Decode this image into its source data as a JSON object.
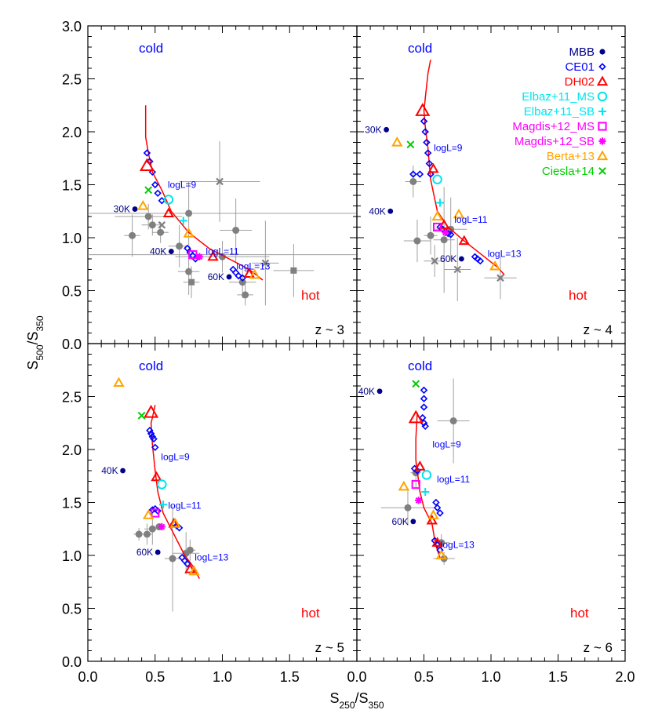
{
  "figure": {
    "xlabel": {
      "main": "S",
      "sub1": "250",
      "sep": "/S",
      "sub2": "350"
    },
    "ylabel": {
      "main": "S",
      "sub1": "500",
      "sep": "/S",
      "sub2": "350"
    },
    "xlim": [
      0,
      2
    ],
    "ylim": [
      0,
      3
    ],
    "x_ticks_left": [
      "0.0",
      "0.5",
      "1.0",
      "1.5"
    ],
    "x_ticks_right": [
      "0.0",
      "0.5",
      "1.0",
      "1.5",
      "2.0"
    ],
    "y_ticks_top": [
      "0.0",
      "0.5",
      "1.0",
      "1.5",
      "2.0",
      "2.5",
      "3.0"
    ],
    "y_ticks_bottom": [
      "0.0",
      "0.5",
      "1.0",
      "1.5",
      "2.0",
      "2.5"
    ],
    "colors": {
      "MBB": "#00008b",
      "CE01": "#0000ff",
      "DH02": "#ff0000",
      "Elbaz_MS": "#00e5ee",
      "Elbaz_SB": "#00e5ee",
      "Magdis_MS": "#ff00ff",
      "Magdis_SB": "#ff00ff",
      "Berta": "#ffa500",
      "Ciesla": "#00cc00",
      "gray": "#808080",
      "cold": "#0000ff",
      "hot": "#ff0000"
    }
  },
  "legend": [
    {
      "label": "MBB",
      "marker": "circle",
      "color": "#00008b"
    },
    {
      "label": "CE01",
      "marker": "diamond",
      "color": "#0000ff"
    },
    {
      "label": "DH02",
      "marker": "triangle",
      "color": "#ff0000"
    },
    {
      "label": "Elbaz+11_MS",
      "marker": "circle-open",
      "color": "#00e5ee"
    },
    {
      "label": "Elbaz+11_SB",
      "marker": "plus",
      "color": "#00e5ee"
    },
    {
      "label": "Magdis+12_MS",
      "marker": "square",
      "color": "#ff00ff"
    },
    {
      "label": "Magdis+12_SB",
      "marker": "asterisk",
      "color": "#ff00ff"
    },
    {
      "label": "Berta+13",
      "marker": "triangle",
      "color": "#ffa500"
    },
    {
      "label": "Ciesla+14",
      "marker": "cross",
      "color": "#00cc00"
    }
  ],
  "chart_data": [
    {
      "type": "scatter",
      "panel": "z3",
      "z_label": "z ~ 3",
      "cold_label": "cold",
      "hot_label": "hot",
      "dh02_curve": [
        [
          0.43,
          2.25
        ],
        [
          0.43,
          1.95
        ],
        [
          0.45,
          1.8
        ],
        [
          0.48,
          1.62
        ],
        [
          0.55,
          1.45
        ],
        [
          0.62,
          1.25
        ],
        [
          0.75,
          1.05
        ],
        [
          0.9,
          0.9
        ],
        [
          1.05,
          0.8
        ],
        [
          1.2,
          0.7
        ],
        [
          1.3,
          0.6
        ]
      ],
      "mbb": [
        {
          "x": 0.35,
          "y": 1.27,
          "label": "30K"
        },
        {
          "x": 0.62,
          "y": 0.87,
          "label": "40K"
        },
        {
          "x": 1.05,
          "y": 0.63,
          "label": "60K"
        }
      ],
      "ce01": [
        [
          0.44,
          1.8
        ],
        [
          0.46,
          1.72
        ],
        [
          0.48,
          1.62
        ],
        [
          0.5,
          1.5
        ],
        [
          0.52,
          1.42
        ],
        [
          0.55,
          1.35
        ],
        [
          0.74,
          0.9
        ],
        [
          0.76,
          0.86
        ],
        [
          0.78,
          0.83
        ],
        [
          0.8,
          0.8
        ],
        [
          1.08,
          0.7
        ],
        [
          1.1,
          0.67
        ],
        [
          1.12,
          0.64
        ],
        [
          1.15,
          0.62
        ]
      ],
      "dh02": [
        [
          0.44,
          1.68
        ],
        [
          0.6,
          1.23
        ],
        [
          0.93,
          0.82
        ],
        [
          1.2,
          0.66
        ]
      ],
      "elbaz_ms": [
        [
          0.6,
          1.36
        ]
      ],
      "elbaz_sb": [
        [
          0.71,
          1.16
        ]
      ],
      "magdis_ms": [
        [
          0.78,
          0.84
        ]
      ],
      "magdis_sb": [
        [
          0.83,
          0.82
        ]
      ],
      "berta": [
        [
          0.41,
          1.3
        ],
        [
          0.75,
          1.04
        ],
        [
          1.24,
          0.65
        ]
      ],
      "ciesla": [
        [
          0.45,
          1.45
        ]
      ],
      "log_labels": [
        {
          "text": "logL=9",
          "x": 0.7,
          "y": 1.5
        },
        {
          "text": "logL=11",
          "x": 1.0,
          "y": 0.87
        },
        {
          "text": "logL=13",
          "x": 1.23,
          "y": 0.73
        }
      ],
      "gray_points": [
        {
          "x": 0.33,
          "y": 1.02,
          "ex": 0.06,
          "ey": 0.2,
          "shape": "circle"
        },
        {
          "x": 0.45,
          "y": 1.2,
          "ex": 0.25,
          "ey": 0.12,
          "shape": "circle"
        },
        {
          "x": 0.48,
          "y": 1.12,
          "ex": 0.08,
          "ey": 0.1,
          "shape": "circle"
        },
        {
          "x": 0.54,
          "y": 1.05,
          "ex": 0.06,
          "ey": 0.1,
          "shape": "circle"
        },
        {
          "x": 0.55,
          "y": 1.12,
          "ex": 0.0,
          "ey": 0.0,
          "shape": "cross"
        },
        {
          "x": 0.68,
          "y": 0.92,
          "ex": 0.08,
          "ey": 0.2,
          "shape": "circle"
        },
        {
          "x": 0.75,
          "y": 1.23,
          "ex": 0.0,
          "ey": 0.3,
          "shape": "circle"
        },
        {
          "x": 0.75,
          "y": 0.68,
          "ex": 0.08,
          "ey": 0.22,
          "shape": "circle"
        },
        {
          "x": 0.77,
          "y": 0.58,
          "ex": 0.06,
          "ey": 0.15,
          "shape": "square"
        },
        {
          "x": 0.98,
          "y": 1.53,
          "ex": 0.3,
          "ey": 0.38,
          "shape": "cross"
        },
        {
          "x": 1.0,
          "y": 0.82,
          "ex": 0.35,
          "ey": 0.15,
          "shape": "circle"
        },
        {
          "x": 1.1,
          "y": 1.07,
          "ex": 0.12,
          "ey": 0.3,
          "shape": "circle"
        },
        {
          "x": 1.15,
          "y": 0.58,
          "ex": 0.1,
          "ey": 0.15,
          "shape": "circle"
        },
        {
          "x": 1.17,
          "y": 0.46,
          "ex": 0.06,
          "ey": 0.1,
          "shape": "circle"
        },
        {
          "x": 1.32,
          "y": 0.76,
          "ex": 0.1,
          "ey": 0.4,
          "shape": "cross"
        },
        {
          "x": 1.53,
          "y": 0.69,
          "ex": 0.15,
          "ey": 0.25,
          "shape": "square"
        }
      ],
      "gray_horizontal_bars": [
        0.84,
        1.23
      ]
    },
    {
      "type": "scatter",
      "panel": "z4",
      "z_label": "z ~ 4",
      "cold_label": "cold",
      "dh02_curve": [
        [
          0.55,
          2.68
        ],
        [
          0.53,
          2.55
        ],
        [
          0.5,
          2.2
        ],
        [
          0.51,
          2.05
        ],
        [
          0.53,
          1.85
        ],
        [
          0.55,
          1.55
        ],
        [
          0.6,
          1.25
        ],
        [
          0.68,
          1.1
        ],
        [
          0.8,
          0.97
        ],
        [
          0.95,
          0.82
        ],
        [
          1.05,
          0.72
        ],
        [
          1.1,
          0.65
        ]
      ],
      "mbb": [
        {
          "x": 0.22,
          "y": 2.02,
          "label": "30K"
        },
        {
          "x": 0.25,
          "y": 1.25,
          "label": "40K"
        },
        {
          "x": 0.78,
          "y": 0.8,
          "label": "60K"
        }
      ],
      "ce01": [
        [
          0.5,
          2.1
        ],
        [
          0.51,
          2.0
        ],
        [
          0.52,
          1.9
        ],
        [
          0.53,
          1.8
        ],
        [
          0.54,
          1.7
        ],
        [
          0.55,
          1.6
        ],
        [
          0.42,
          1.6
        ],
        [
          0.47,
          1.6
        ],
        [
          0.62,
          1.1
        ],
        [
          0.64,
          1.08
        ],
        [
          0.66,
          1.06
        ],
        [
          0.68,
          1.04
        ],
        [
          0.7,
          1.03
        ],
        [
          0.88,
          0.82
        ],
        [
          0.9,
          0.8
        ],
        [
          0.92,
          0.78
        ]
      ],
      "dh02": [
        [
          0.49,
          2.2
        ],
        [
          0.57,
          1.65
        ],
        [
          0.65,
          1.12
        ],
        [
          0.8,
          0.97
        ]
      ],
      "elbaz_ms": [
        [
          0.6,
          1.55
        ]
      ],
      "elbaz_sb": [
        [
          0.62,
          1.33
        ]
      ],
      "magdis_ms": [
        [
          0.6,
          1.1
        ]
      ],
      "magdis_sb": [
        [
          0.66,
          1.05
        ]
      ],
      "berta": [
        [
          0.3,
          1.9
        ],
        [
          0.6,
          1.2
        ],
        [
          0.76,
          1.22
        ],
        [
          1.03,
          0.73
        ]
      ],
      "ciesla": [
        [
          0.4,
          1.88
        ]
      ],
      "log_labels": [
        {
          "text": "logL=9",
          "x": 0.68,
          "y": 1.85
        },
        {
          "text": "logL=11",
          "x": 0.85,
          "y": 1.17
        },
        {
          "text": "logL=13",
          "x": 1.1,
          "y": 0.85
        }
      ],
      "gray_points": [
        {
          "x": 0.42,
          "y": 1.53,
          "ex": 0.06,
          "ey": 0.15,
          "shape": "circle"
        },
        {
          "x": 0.45,
          "y": 0.97,
          "ex": 0.1,
          "ey": 0.2,
          "shape": "circle"
        },
        {
          "x": 0.55,
          "y": 1.02,
          "ex": 0.05,
          "ey": 0.18,
          "shape": "circle"
        },
        {
          "x": 0.58,
          "y": 0.78,
          "ex": 0.08,
          "ey": 0.15,
          "shape": "cross"
        },
        {
          "x": 0.65,
          "y": 0.98,
          "ex": 0.08,
          "ey": 0.5,
          "shape": "circle"
        },
        {
          "x": 0.75,
          "y": 0.7,
          "ex": 0.1,
          "ey": 0.3,
          "shape": "cross"
        },
        {
          "x": 0.7,
          "y": 1.08,
          "ex": 0.12,
          "ey": 0.3,
          "shape": "circle"
        },
        {
          "x": 1.07,
          "y": 0.62,
          "ex": 0.12,
          "ey": 0.2,
          "shape": "cross"
        }
      ],
      "gray_horizontal_bars": []
    },
    {
      "type": "scatter",
      "panel": "z5",
      "z_label": "z ~ 5",
      "cold_label": "cold",
      "hot_label": "hot",
      "dh02_curve": [
        [
          0.5,
          2.42
        ],
        [
          0.48,
          2.3
        ],
        [
          0.47,
          2.25
        ],
        [
          0.48,
          2.05
        ],
        [
          0.5,
          1.8
        ],
        [
          0.52,
          1.6
        ],
        [
          0.56,
          1.4
        ],
        [
          0.62,
          1.25
        ],
        [
          0.68,
          1.1
        ],
        [
          0.72,
          1.0
        ],
        [
          0.78,
          0.9
        ],
        [
          0.83,
          0.78
        ]
      ],
      "mbb": [
        {
          "x": 0.26,
          "y": 1.8,
          "label": "40K"
        },
        {
          "x": 0.52,
          "y": 1.03,
          "label": "60K"
        }
      ],
      "ce01": [
        [
          0.46,
          2.18
        ],
        [
          0.47,
          2.15
        ],
        [
          0.48,
          2.12
        ],
        [
          0.49,
          2.1
        ],
        [
          0.5,
          2.02
        ],
        [
          0.48,
          1.43
        ],
        [
          0.5,
          1.44
        ],
        [
          0.52,
          1.42
        ],
        [
          0.64,
          1.3
        ],
        [
          0.66,
          1.28
        ],
        [
          0.68,
          1.26
        ],
        [
          0.7,
          0.98
        ],
        [
          0.72,
          0.95
        ],
        [
          0.74,
          0.92
        ]
      ],
      "dh02": [
        [
          0.47,
          2.35
        ],
        [
          0.51,
          1.74
        ],
        [
          0.64,
          1.3
        ],
        [
          0.76,
          0.87
        ]
      ],
      "elbaz_ms": [
        [
          0.55,
          1.67
        ]
      ],
      "elbaz_sb": [
        [
          0.56,
          1.48
        ]
      ],
      "magdis_ms": [
        [
          0.5,
          1.4
        ]
      ],
      "magdis_sb": [
        [
          0.55,
          1.27
        ]
      ],
      "berta": [
        [
          0.23,
          2.63
        ],
        [
          0.45,
          1.38
        ],
        [
          0.65,
          1.3
        ],
        [
          0.79,
          0.85
        ]
      ],
      "ciesla": [
        [
          0.4,
          2.32
        ]
      ],
      "log_labels": [
        {
          "text": "logL=9",
          "x": 0.65,
          "y": 1.93
        },
        {
          "text": "logL=11",
          "x": 0.72,
          "y": 1.47
        },
        {
          "text": "logL=13",
          "x": 0.92,
          "y": 0.98
        }
      ],
      "gray_points": [
        {
          "x": 0.38,
          "y": 1.2,
          "ex": 0.04,
          "ey": 0.06,
          "shape": "circle"
        },
        {
          "x": 0.44,
          "y": 1.2,
          "ex": 0.04,
          "ey": 0.1,
          "shape": "circle"
        },
        {
          "x": 0.48,
          "y": 1.25,
          "ex": 0.06,
          "ey": 0.15,
          "shape": "circle"
        },
        {
          "x": 0.53,
          "y": 1.27,
          "ex": 0.0,
          "ey": 0.0,
          "shape": "circle"
        },
        {
          "x": 0.63,
          "y": 0.97,
          "ex": 0.06,
          "ey": 0.5,
          "shape": "circle"
        },
        {
          "x": 0.73,
          "y": 1.02,
          "ex": 0.1,
          "ey": 0.2,
          "shape": "circle"
        },
        {
          "x": 0.76,
          "y": 1.05,
          "ex": 0.04,
          "ey": 0.1,
          "shape": "circle"
        }
      ],
      "gray_horizontal_bars": []
    },
    {
      "type": "scatter",
      "panel": "z6",
      "z_label": "z ~ 6",
      "cold_label": "cold",
      "hot_label": "hot",
      "dh02_curve": [
        [
          0.45,
          2.35
        ],
        [
          0.44,
          2.1
        ],
        [
          0.44,
          1.9
        ],
        [
          0.45,
          1.8
        ],
        [
          0.47,
          1.6
        ],
        [
          0.5,
          1.45
        ],
        [
          0.54,
          1.35
        ],
        [
          0.56,
          1.3
        ],
        [
          0.58,
          1.15
        ],
        [
          0.6,
          1.05
        ],
        [
          0.62,
          0.98
        ]
      ],
      "mbb": [
        {
          "x": 0.17,
          "y": 2.55,
          "label": "40K"
        },
        {
          "x": 0.42,
          "y": 1.32,
          "label": "60K"
        }
      ],
      "ce01": [
        [
          0.5,
          2.56
        ],
        [
          0.5,
          2.48
        ],
        [
          0.5,
          2.4
        ],
        [
          0.49,
          2.3
        ],
        [
          0.5,
          2.25
        ],
        [
          0.51,
          2.22
        ],
        [
          0.43,
          1.82
        ],
        [
          0.45,
          1.8
        ],
        [
          0.59,
          1.5
        ],
        [
          0.6,
          1.45
        ],
        [
          0.62,
          1.4
        ],
        [
          0.58,
          1.14
        ],
        [
          0.6,
          1.1
        ],
        [
          0.62,
          1.05
        ]
      ],
      "dh02": [
        [
          0.44,
          2.3
        ],
        [
          0.47,
          1.84
        ],
        [
          0.56,
          1.33
        ],
        [
          0.6,
          1.12
        ]
      ],
      "elbaz_ms": [
        [
          0.52,
          1.76
        ]
      ],
      "elbaz_sb": [
        [
          0.51,
          1.6
        ]
      ],
      "magdis_ms": [
        [
          0.44,
          1.67
        ]
      ],
      "magdis_sb": [
        [
          0.46,
          1.52
        ]
      ],
      "berta": [
        [
          0.35,
          1.65
        ],
        [
          0.57,
          1.38
        ],
        [
          0.63,
          1.0
        ]
      ],
      "ciesla": [
        [
          0.44,
          2.62
        ]
      ],
      "log_labels": [
        {
          "text": "logL=9",
          "x": 0.67,
          "y": 2.05
        },
        {
          "text": "logL=11",
          "x": 0.72,
          "y": 1.72
        },
        {
          "text": "logL=13",
          "x": 0.75,
          "y": 1.1
        }
      ],
      "gray_points": [
        {
          "x": 0.38,
          "y": 1.45,
          "ex": 0.2,
          "ey": 0.17,
          "shape": "circle"
        },
        {
          "x": 0.44,
          "y": 1.78,
          "ex": 0.04,
          "ey": 0.15,
          "shape": "circle"
        },
        {
          "x": 0.63,
          "y": 1.12,
          "ex": 0.06,
          "ey": 0.08,
          "shape": "circle"
        },
        {
          "x": 0.65,
          "y": 0.97,
          "ex": 0.08,
          "ey": 0.06,
          "shape": "circle"
        },
        {
          "x": 0.72,
          "y": 2.27,
          "ex": 0.12,
          "ey": 0.4,
          "shape": "circle"
        }
      ],
      "gray_horizontal_bars": []
    }
  ]
}
